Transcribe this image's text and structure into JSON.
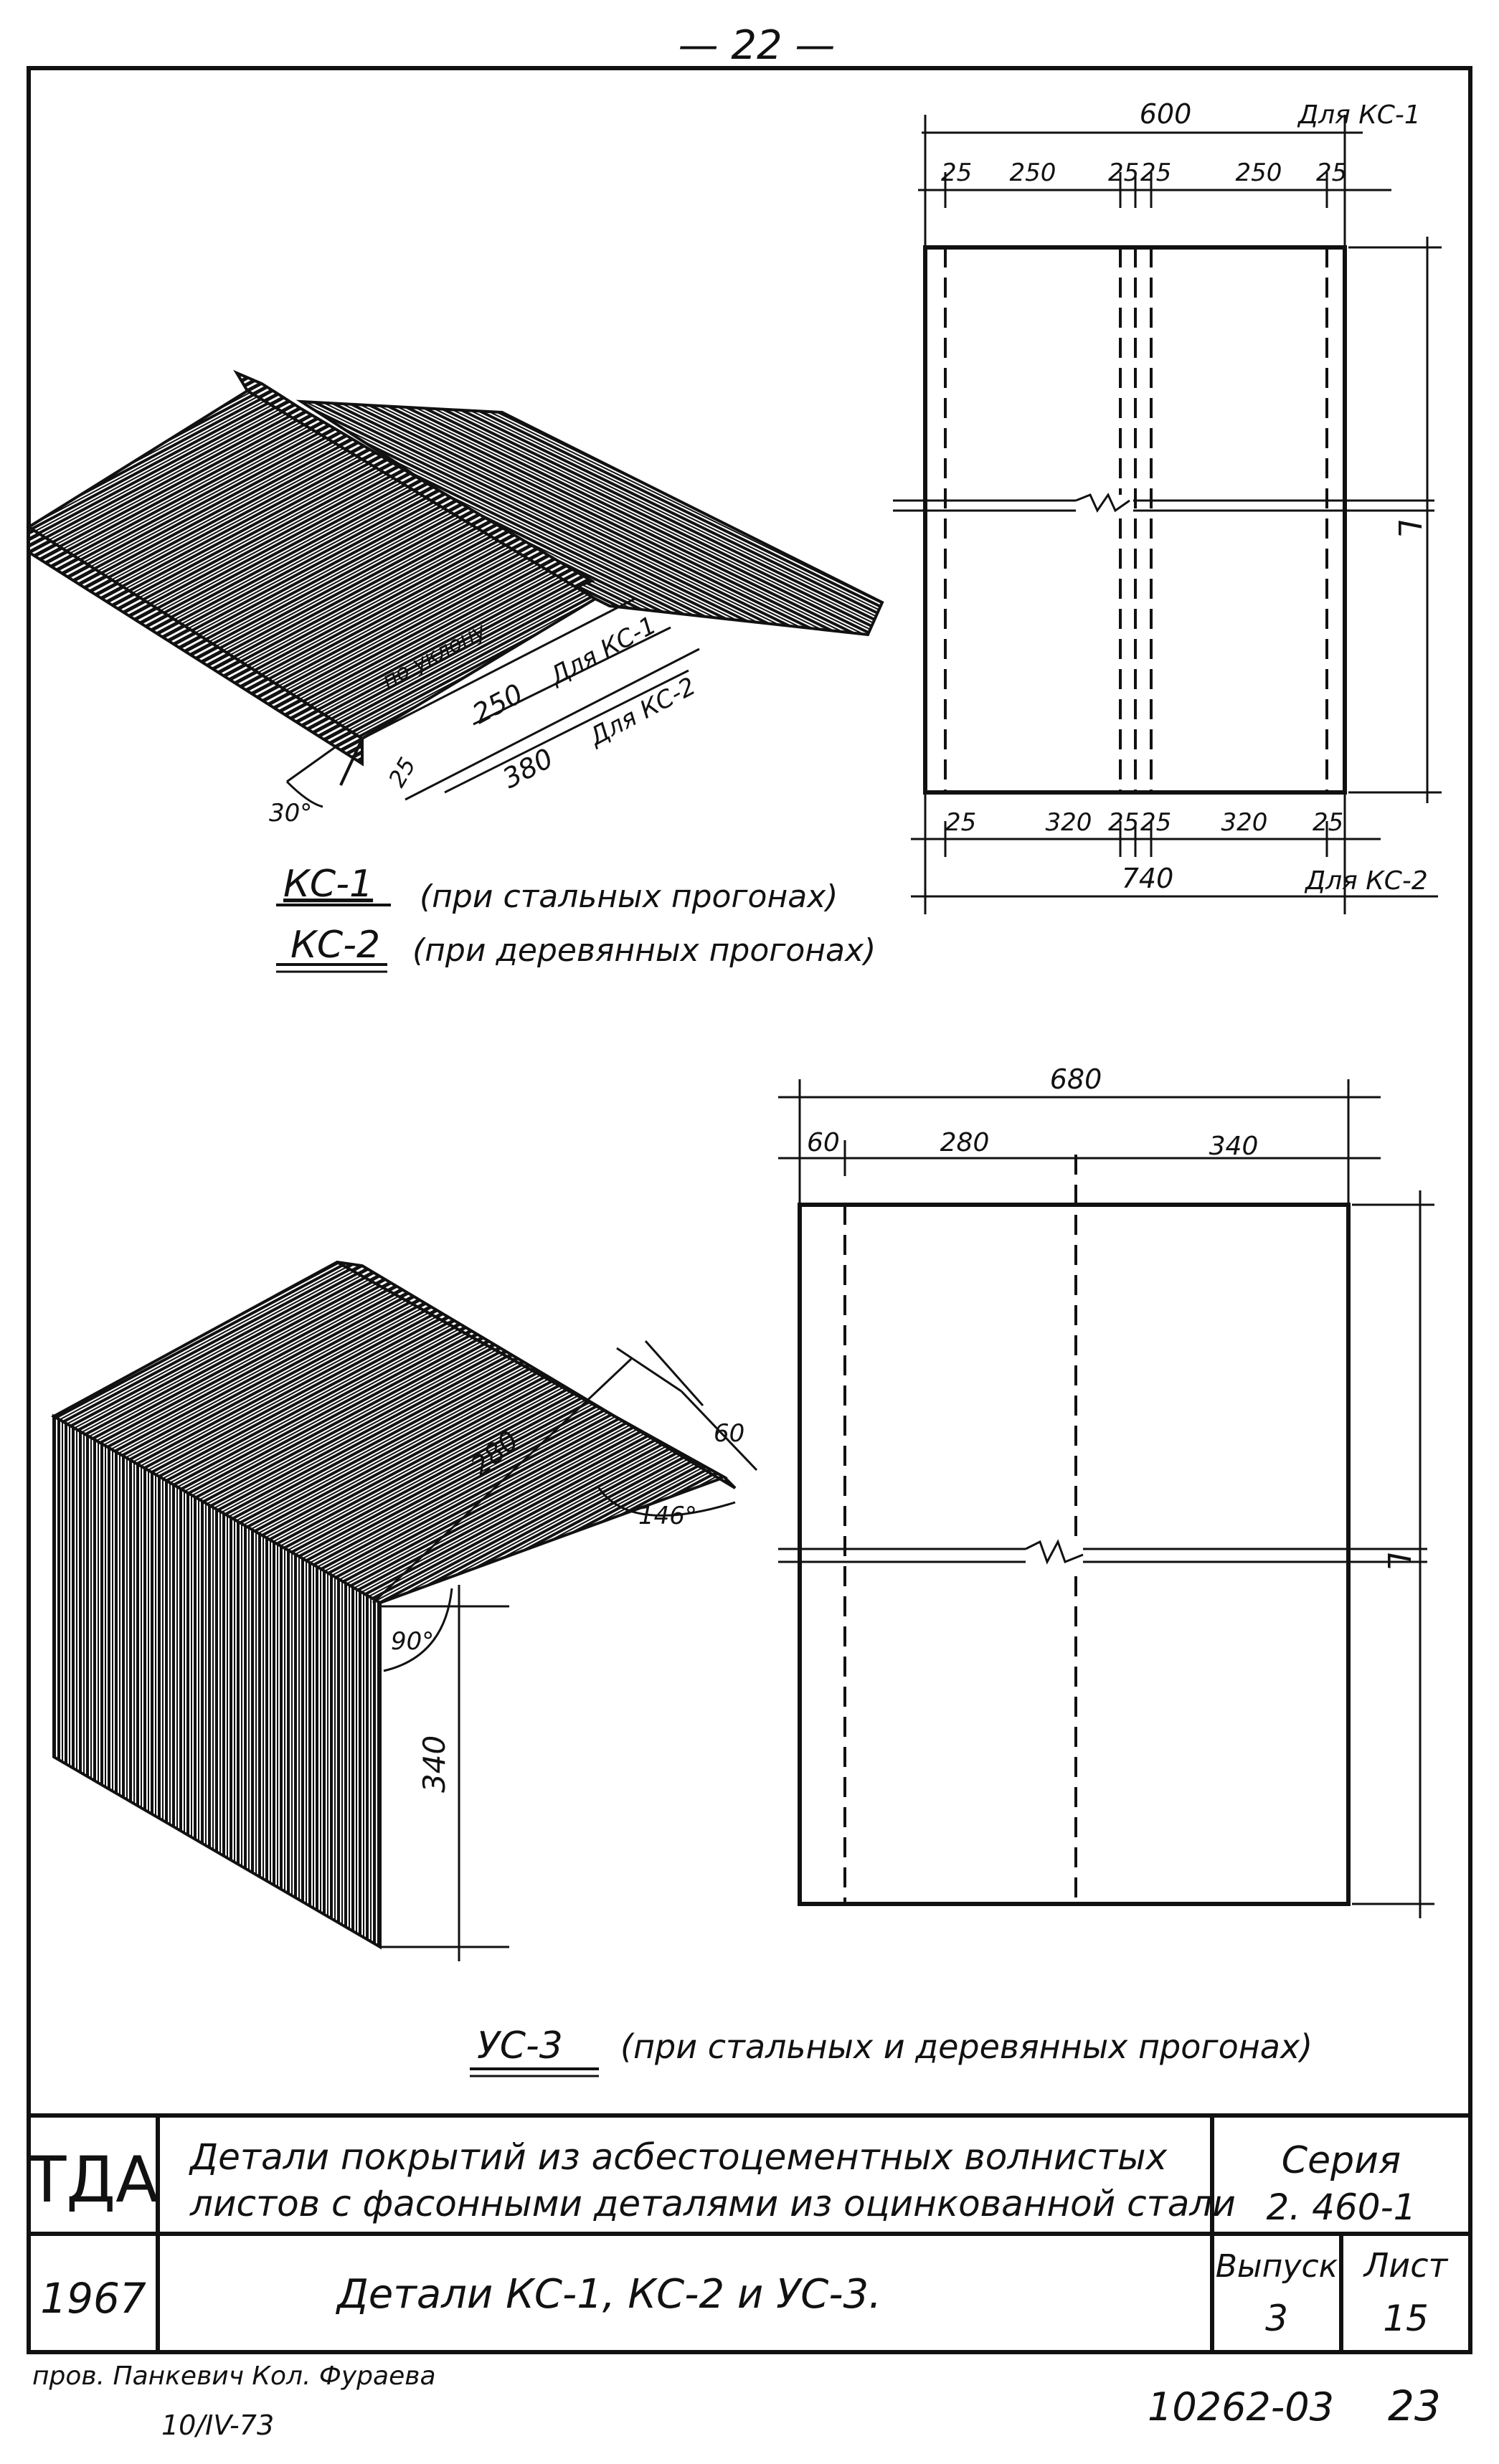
{
  "page_number": "— 22 —",
  "top_drawing": {
    "plan": {
      "overall_width": "600",
      "overall_tag": "Для КС-1",
      "segments_top": [
        "25",
        "250",
        "25",
        "25",
        "250",
        "25"
      ],
      "overall_bottom": "740",
      "overall_bottom_tag": "Для КС-2",
      "segments_bottom": [
        "25",
        "320",
        "25",
        "25",
        "320",
        "25"
      ],
      "length_symbol": "L"
    },
    "iso": {
      "slope_label": "по уклону",
      "dim_250": "250",
      "dim_380": "380",
      "tag_ks1": "Для КС-1",
      "tag_ks2": "Для КС-2",
      "dim_25": "25",
      "angle_30": "30°"
    },
    "caption_ks1_code": "КС-1",
    "caption_ks1_text": "(при стальных прогонах)",
    "caption_ks2_code": "КС-2",
    "caption_ks2_text": "(при деревянных прогонах)"
  },
  "bottom_drawing": {
    "plan": {
      "overall_width": "680",
      "segments": [
        "60",
        "280",
        "340"
      ],
      "length_symbol": "L"
    },
    "iso": {
      "dim_280": "280",
      "dim_60": "60",
      "angle_146": "146°",
      "angle_90": "90°",
      "dim_340": "340"
    },
    "caption_code": "УС-3",
    "caption_text": "(при стальных и деревянных прогонах)"
  },
  "title_block": {
    "org": "ТДА",
    "year": "1967",
    "title_line1": "Детали покрытий из асбестоцементных волнистых",
    "title_line2": "листов с фасонными деталями из оцинкованной стали",
    "subtitle": "Детали КС-1, КС-2 и УС-3.",
    "series_label": "Серия",
    "series_value": "2. 460-1",
    "issue_label": "Выпуск",
    "issue_value": "3",
    "sheet_label": "Лист",
    "sheet_value": "15"
  },
  "footer": {
    "signature_line1": "пров. Панкевич  Кол. Фураева",
    "signature_line2": "10/IV-73",
    "doc_number": "10262-03",
    "page_right": "23"
  }
}
